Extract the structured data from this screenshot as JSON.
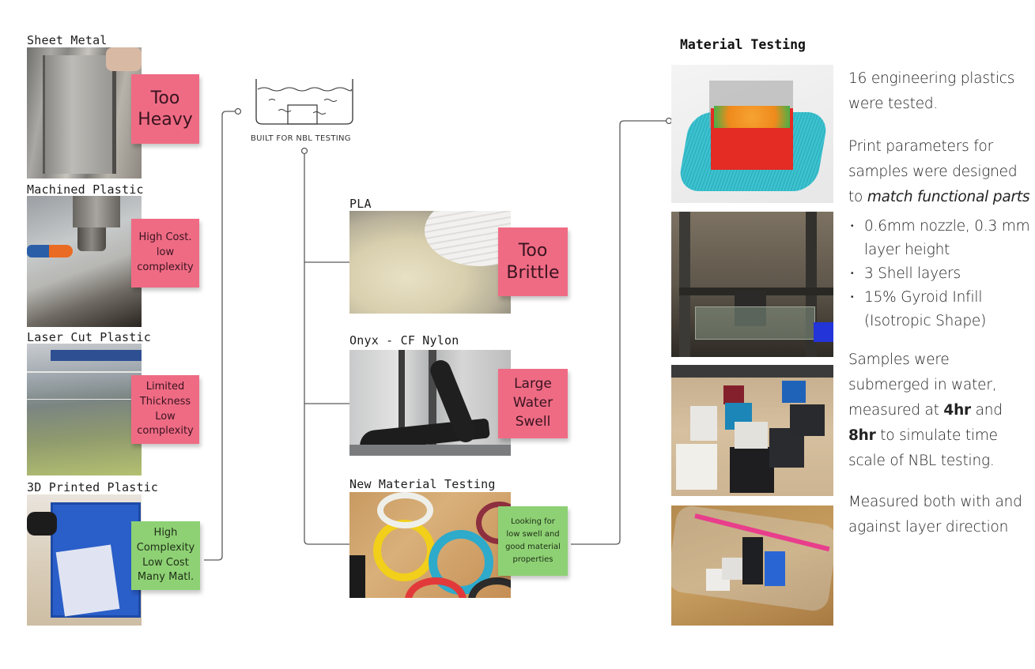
{
  "left_column": {
    "items": [
      {
        "label": "Sheet Metal",
        "note": "Too\nHeavy",
        "note_color": "pink",
        "photo": "sheet-metal-part-photo"
      },
      {
        "label": "Machined Plastic",
        "note": "High Cost.\nlow\ncomplexity",
        "note_color": "pink",
        "photo": "cnc-machining-photo"
      },
      {
        "label": "Laser Cut Plastic",
        "note": "Limited\nThickness\nLow\ncomplexity",
        "note_color": "pink",
        "photo": "laser-cutter-photo"
      },
      {
        "label": "3D Printed Plastic",
        "note": "High\nComplexity\nLow Cost\nMany Matl.",
        "note_color": "green",
        "photo": "printed-tool-photo"
      }
    ]
  },
  "center": {
    "tank_caption": "BUILT FOR NBL TESTING",
    "items": [
      {
        "label": "PLA",
        "note": "Too\nBrittle",
        "note_color": "pink",
        "photo": "pla-pellets-photo"
      },
      {
        "label": "Onyx - CF Nylon",
        "note": "Large\nWater\nSwell",
        "note_color": "pink",
        "photo": "onyx-part-photo"
      },
      {
        "label": "New Material Testing",
        "note": "Looking for\nlow swell and\ngood material\nproperties",
        "note_color": "green",
        "photo": "filament-samples-photo"
      }
    ]
  },
  "right": {
    "title": "Material Testing",
    "photos": [
      "slicer-preview",
      "3d-printer",
      "test-cubes",
      "submerged-samples"
    ],
    "para1": "16 engineering plastics were tested.",
    "para2_a": "Print parameters for samples were designed to ",
    "para2_em": "match functional parts",
    "bullets": [
      "0.6mm nozzle, 0.3 mm layer height",
      "3 Shell layers",
      "15% Gyroid Infill (Isotropic Shape)"
    ],
    "para3_a": "Samples were submerged in water, measured at ",
    "para3_b1": "4hr",
    "para3_c": " and ",
    "para3_b2": "8hr",
    "para3_d": " to simulate time scale of NBL testing.",
    "para4": "Measured both with and against layer direction"
  },
  "colors": {
    "note_pink": "#ef6b84",
    "note_green": "#8ed174",
    "connector": "#5a5a5a"
  }
}
